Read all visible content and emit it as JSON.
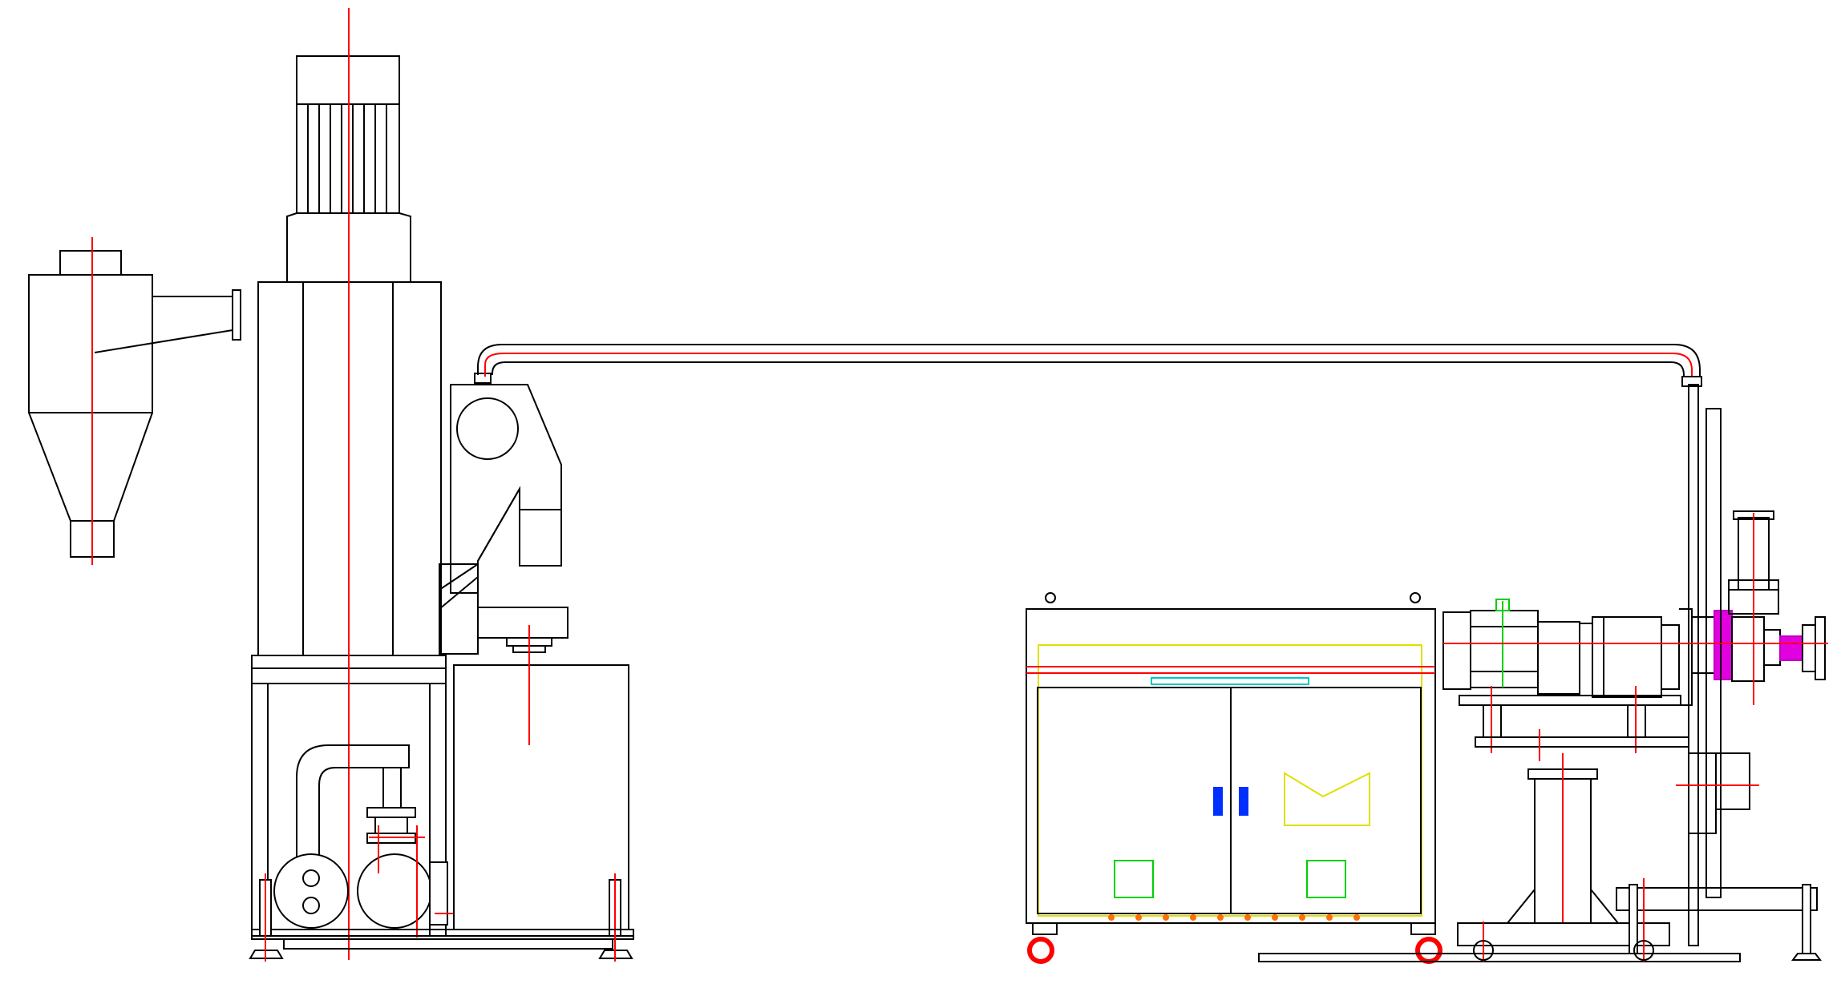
{
  "diagram": {
    "kind": "mechanical-line-drawing",
    "colors": {
      "line": "#000000",
      "centerline": "#ff0000",
      "panel": "#e0e000",
      "bracket": "#00d000",
      "handle": "#0030ff",
      "flange": "#e000e0",
      "bolt": "#ff7000",
      "rail": "#00c8c8"
    },
    "components": [
      "cyclone-separator",
      "motor-tower",
      "crusher-hopper",
      "overhead-pipe",
      "control-cabinet",
      "extruder-assembly"
    ]
  }
}
